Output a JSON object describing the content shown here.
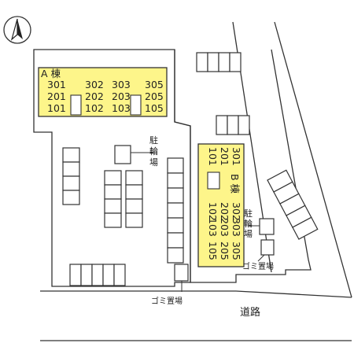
{
  "colors": {
    "building_fill": "#fdf58a",
    "line": "#333333",
    "background": "#ffffff"
  },
  "compass": {
    "icon": "north-arrow-icon"
  },
  "building_a": {
    "name": "A 棟",
    "rows": [
      [
        "301",
        "302",
        "303",
        "305"
      ],
      [
        "201",
        "202",
        "203",
        "205"
      ],
      [
        "101",
        "102",
        "103",
        "105"
      ]
    ]
  },
  "building_b": {
    "name": "B 棟",
    "rows": [
      [
        "301",
        "302",
        "303",
        "305"
      ],
      [
        "201",
        "202",
        "203",
        "205"
      ],
      [
        "101",
        "102",
        "103",
        "105"
      ]
    ]
  },
  "bicycle_parking_a": "駐輪場",
  "bicycle_parking_b": "駐輪場",
  "garbage_area_a": "ゴミ置場",
  "garbage_area_b": "ゴミ置場",
  "road_label": "道路"
}
